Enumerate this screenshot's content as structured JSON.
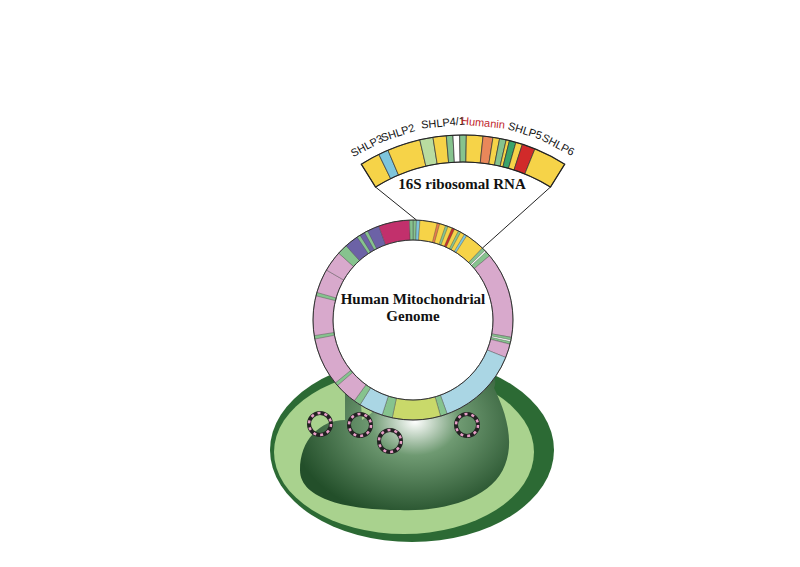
{
  "diagram": {
    "nodes": [
      {
        "text": [
          "Human Mitochondrial Genome"
        ]
      },
      {
        "text": [
          "16S ribosomal RNA"
        ]
      }
    ],
    "labels": [
      "SHLP3",
      "SHLP2",
      "SHLP4/1",
      "Humanin",
      "SHLP5",
      "SHLP6"
    ]
  }
}
